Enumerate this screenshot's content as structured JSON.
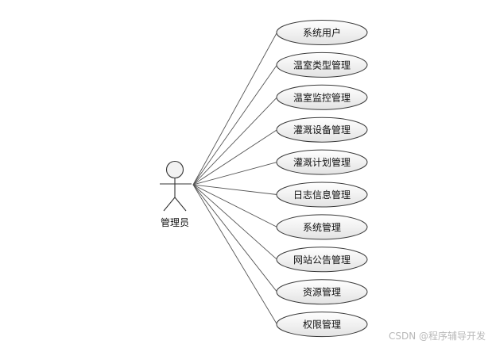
{
  "actor": {
    "name": "管理员"
  },
  "use_cases": [
    {
      "label": "系统用户"
    },
    {
      "label": "温室类型管理"
    },
    {
      "label": "温室监控管理"
    },
    {
      "label": "灌溉设备管理"
    },
    {
      "label": "灌溉计划管理"
    },
    {
      "label": "日志信息管理"
    },
    {
      "label": "系统管理"
    },
    {
      "label": "网站公告管理"
    },
    {
      "label": "资源管理"
    },
    {
      "label": "权限管理"
    }
  ],
  "watermark": "CSDN @程序辅导开发",
  "colors": {
    "ellipse_fill_top": "#ffffff",
    "ellipse_fill_bottom": "#e3e3e3",
    "line": "#555555",
    "watermark": "#b9b9b9"
  }
}
